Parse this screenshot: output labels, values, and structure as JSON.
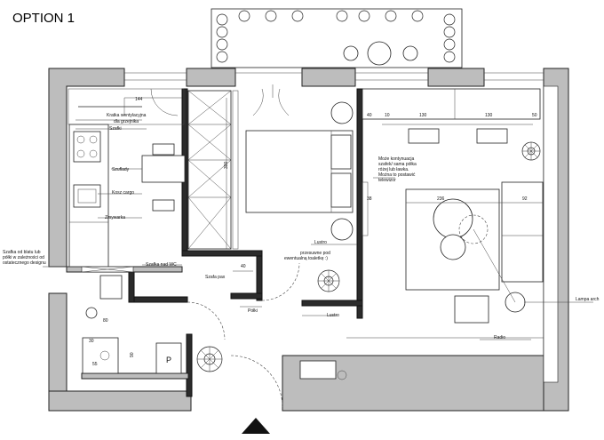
{
  "title": "OPTION 1",
  "labels": {
    "kratka": "Kratka wentylacyjna",
    "kratka2": "dla grzejnika",
    "szafki_top": "Szafki",
    "szuflady": "Szuflady",
    "kosz": "Kosz cargo",
    "zmywarka": "Zmywarka",
    "szafka_wc": "Szafka nad WC",
    "szafka_blatu1": "Szafka od blatu lub",
    "szafka_blatu2": "półki  w zależności od",
    "szafka_blatu3": "ostatecznego designu",
    "szafa_pax": "Szafa pax",
    "polki": "Półki",
    "lustro1": "Lustro",
    "lustro2": "Lustro",
    "przesuw1": "przesuwne pod",
    "przesuw2": "ewentualną toaletkę :)",
    "kontynuacja1": "Może kontynuacja",
    "kontynuacja2": "szafek/ sama półka",
    "kontynuacja3": "różej lub ławka.",
    "kontynuacja4": "Można to postawić",
    "kontynuacja5": "telewizor",
    "lampa": "Lampa arch",
    "radio": "Radio",
    "p_mark": "P"
  },
  "dimensions": {
    "d144": "144",
    "d40a": "40",
    "d10": "10",
    "d130a": "130",
    "d130b": "130",
    "d50": "50",
    "d300": "300",
    "d236": "236",
    "d92": "92",
    "d38": "38",
    "d40b": "40",
    "d90": "90",
    "d30": "30",
    "d80": "80",
    "d55": "55"
  }
}
